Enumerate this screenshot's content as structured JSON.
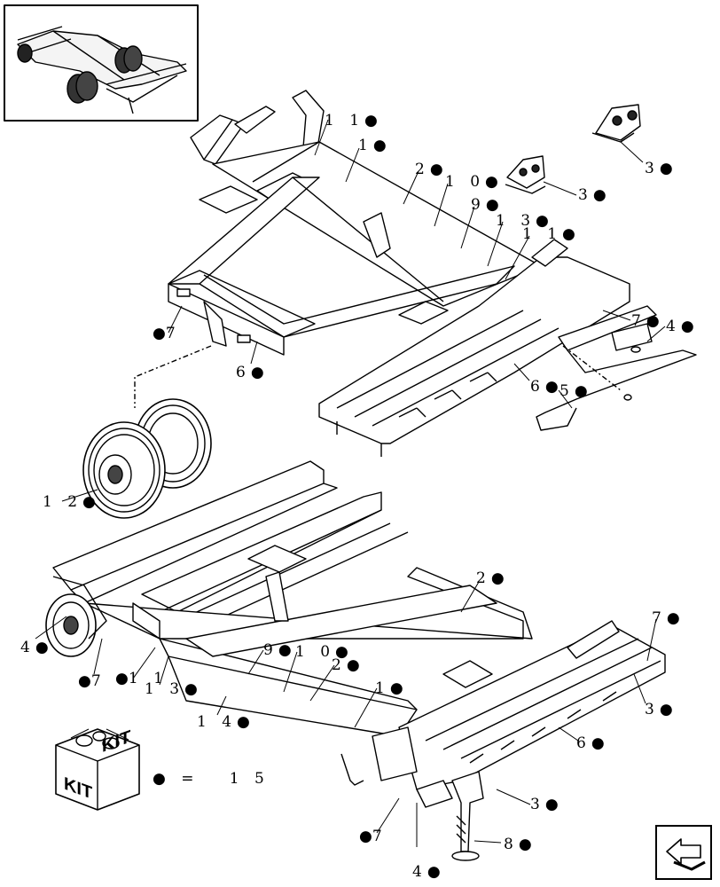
{
  "callouts": [
    {
      "id": "c11a",
      "text": "1 1"
    },
    {
      "id": "c1a",
      "text": "1"
    },
    {
      "id": "c2a",
      "text": "2"
    },
    {
      "id": "c10a",
      "text": "1 0"
    },
    {
      "id": "c9a",
      "text": "9"
    },
    {
      "id": "c13a",
      "text": "1 3"
    },
    {
      "id": "c11b",
      "text": "1 1"
    },
    {
      "id": "c3a",
      "text": "3"
    },
    {
      "id": "c3b",
      "text": "3"
    },
    {
      "id": "c7a",
      "text": "7"
    },
    {
      "id": "c4a",
      "text": "4"
    },
    {
      "id": "c5a",
      "text": "5"
    },
    {
      "id": "c6a",
      "text": "6"
    },
    {
      "id": "c6b",
      "text": "6"
    },
    {
      "id": "c7b",
      "text": "7"
    },
    {
      "id": "c12a",
      "text": "1 2"
    },
    {
      "id": "c2b",
      "text": "2"
    },
    {
      "id": "c7c",
      "text": "7"
    },
    {
      "id": "c4b",
      "text": "4"
    },
    {
      "id": "c7d",
      "text": "7"
    },
    {
      "id": "c11c",
      "text": "1 1"
    },
    {
      "id": "c13b",
      "text": "1 3"
    },
    {
      "id": "c9b",
      "text": "9"
    },
    {
      "id": "c10b",
      "text": "1 0"
    },
    {
      "id": "c2c",
      "text": "2"
    },
    {
      "id": "c1b",
      "text": "1"
    },
    {
      "id": "c14a",
      "text": "1 4"
    },
    {
      "id": "c3c",
      "text": "3"
    },
    {
      "id": "c6c",
      "text": "6"
    },
    {
      "id": "c3d",
      "text": "3"
    },
    {
      "id": "c7e",
      "text": "7"
    },
    {
      "id": "c8a",
      "text": "8"
    },
    {
      "id": "c4c",
      "text": "4"
    }
  ],
  "kit": {
    "box_text_left": "KIT",
    "box_text_right": "KIT",
    "equals": "=",
    "value": "1 5"
  },
  "bullet": "●"
}
